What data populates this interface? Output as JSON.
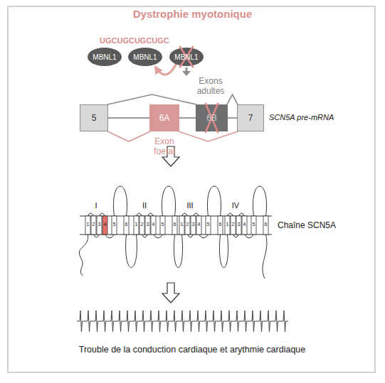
{
  "diagram": {
    "title": "Dystrophie myotonique",
    "caption": "Trouble de la conduction cardiaque et arythmie cardiaque",
    "nodes": [
      {
        "text": [
          "MBNL1"
        ]
      },
      {
        "text": [
          "MBNL1"
        ]
      },
      {
        "text": [
          "MBNL1"
        ]
      },
      {
        "text": [
          "5"
        ]
      },
      {
        "text": [
          "6A"
        ]
      },
      {
        "text": [
          "6B"
        ]
      },
      {
        "text": [
          "7"
        ]
      }
    ],
    "edges": [
      {
        "from": 2,
        "to": 1,
        "arrow": "to"
      },
      {
        "from": 3,
        "to": 4,
        "arrow": "none"
      },
      {
        "from": 4,
        "to": 5,
        "arrow": "none"
      },
      {
        "from": 5,
        "to": 6,
        "arrow": "none"
      },
      {
        "from": 3,
        "to": 5,
        "arrow": "none"
      },
      {
        "from": 5,
        "to": 6,
        "arrow": "none"
      },
      {
        "from": 3,
        "to": 4,
        "arrow": "none"
      },
      {
        "from": 4,
        "to": 6,
        "arrow": "none"
      }
    ],
    "labels": [
      "UGCUGCUGCUGC",
      "Exons adultes",
      "Exon foetal",
      "SCN5A pre-mRNA",
      "I",
      "II",
      "III",
      "IV",
      "1",
      "2",
      "3",
      "4",
      "5",
      "6",
      "1",
      "2",
      "3",
      "4",
      "5",
      "6",
      "1",
      "2",
      "3",
      "4",
      "5",
      "6",
      "1",
      "2",
      "3",
      "4",
      "5",
      "6",
      "Chaîne SCN5A"
    ]
  }
}
